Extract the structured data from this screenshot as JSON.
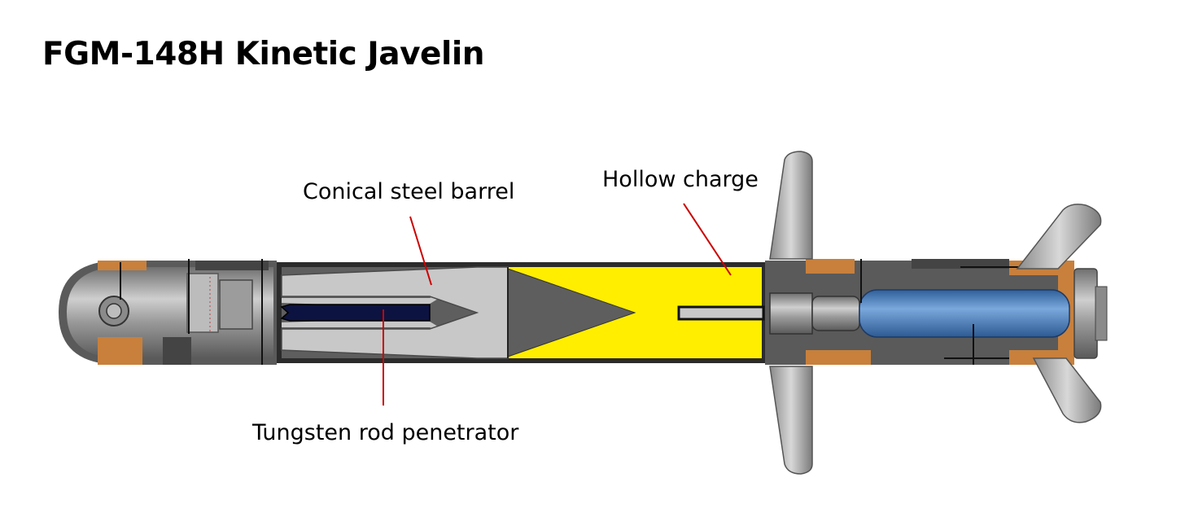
{
  "title": "FGM-148H Kinetic Javelin",
  "labels": {
    "conical_barrel": "Conical steel barrel",
    "hollow_charge": "Hollow charge",
    "tungsten_rod": "Tungsten rod penetrator"
  },
  "colors": {
    "hollow_charge_fill": "#ffee00",
    "rod_fill": "#0d1340",
    "barrel_fill": "#c8c8c8",
    "cavity_fill": "#5e5e5e",
    "leader_line": "#cc0000",
    "casing_orange": "#c8803c",
    "motor_blue": "#4f86c6"
  }
}
